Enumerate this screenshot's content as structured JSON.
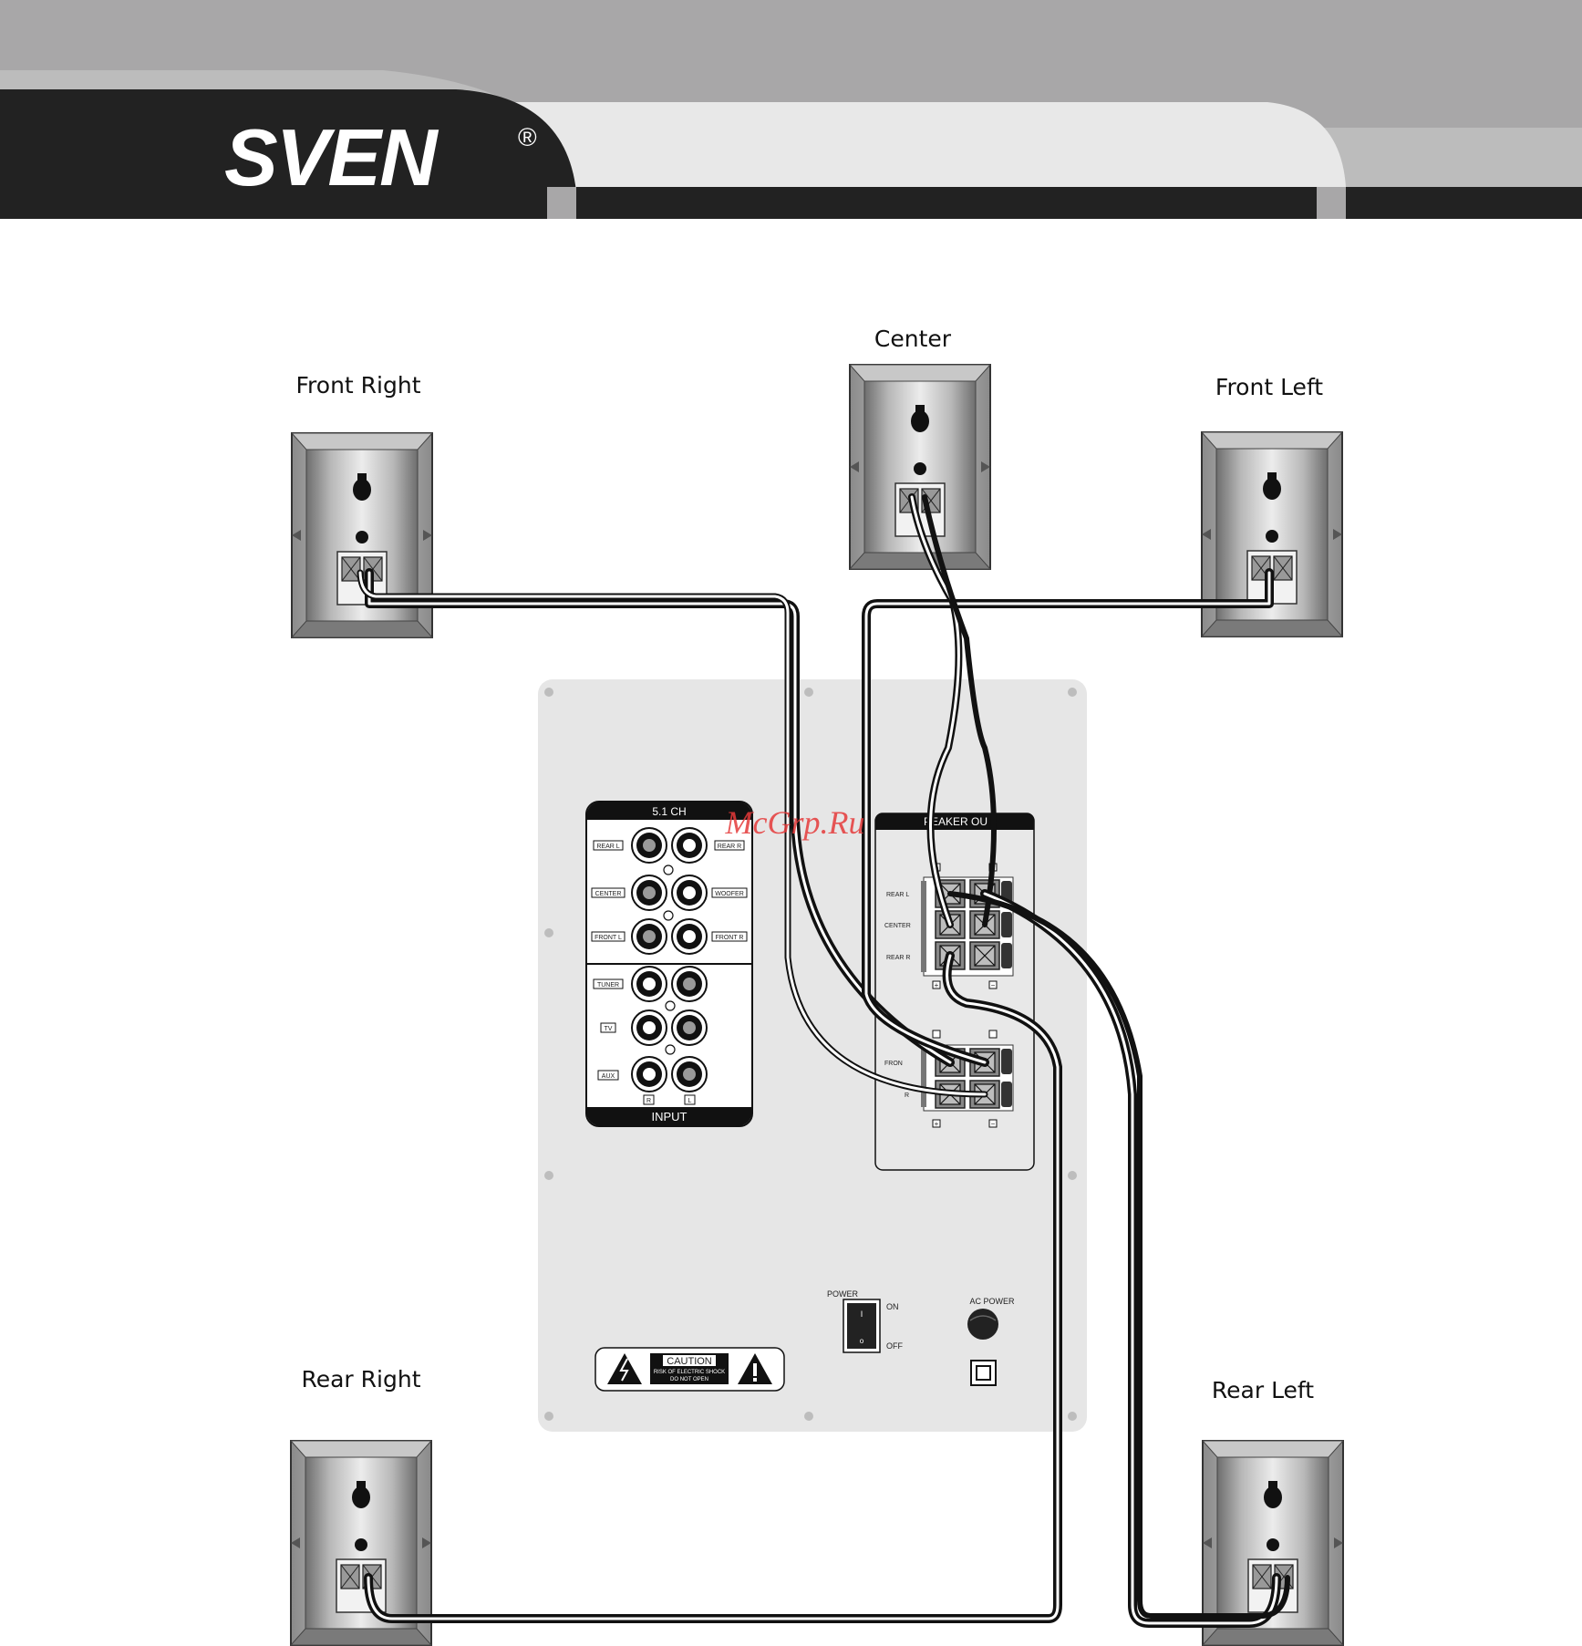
{
  "brand": {
    "name": "SVEN",
    "registered": "®"
  },
  "watermark": "McGrp.Ru",
  "speakers": {
    "front_right": "Front Right",
    "center": "Center",
    "front_left": "Front Left",
    "rear_right": "Rear Right",
    "rear_left": "Rear Left"
  },
  "input_panel": {
    "title": "5.1 CH",
    "footer": "INPUT",
    "jacks_51": [
      "REAR L",
      "REAR R",
      "CENTER",
      "WOOFER",
      "FRONT L",
      "FRONT R"
    ],
    "jacks_stereo": [
      "TUNER",
      "TV",
      "AUX"
    ],
    "channel_r": "R",
    "channel_l": "L"
  },
  "speaker_out": {
    "title": "PEAKER OU",
    "upper_rows": [
      "REAR L",
      "CENTER",
      "REAR R"
    ],
    "lower_rows": [
      "FRON",
      "R"
    ],
    "plus": "+",
    "minus": "−"
  },
  "power": {
    "label": "POWER",
    "on": "ON",
    "off": "OFF",
    "switch_on": "I",
    "switch_off": "o"
  },
  "ac_power": "AC POWER",
  "caution": {
    "title": "CAUTION",
    "line1": "RISK OF ELECTRIC SHOCK",
    "line2": "DO NOT OPEN"
  },
  "colors": {
    "header_dark": "#222222",
    "header_gray": "#a8a7a8",
    "header_light": "#e8e8e8",
    "panel": "#e6e6e6"
  }
}
